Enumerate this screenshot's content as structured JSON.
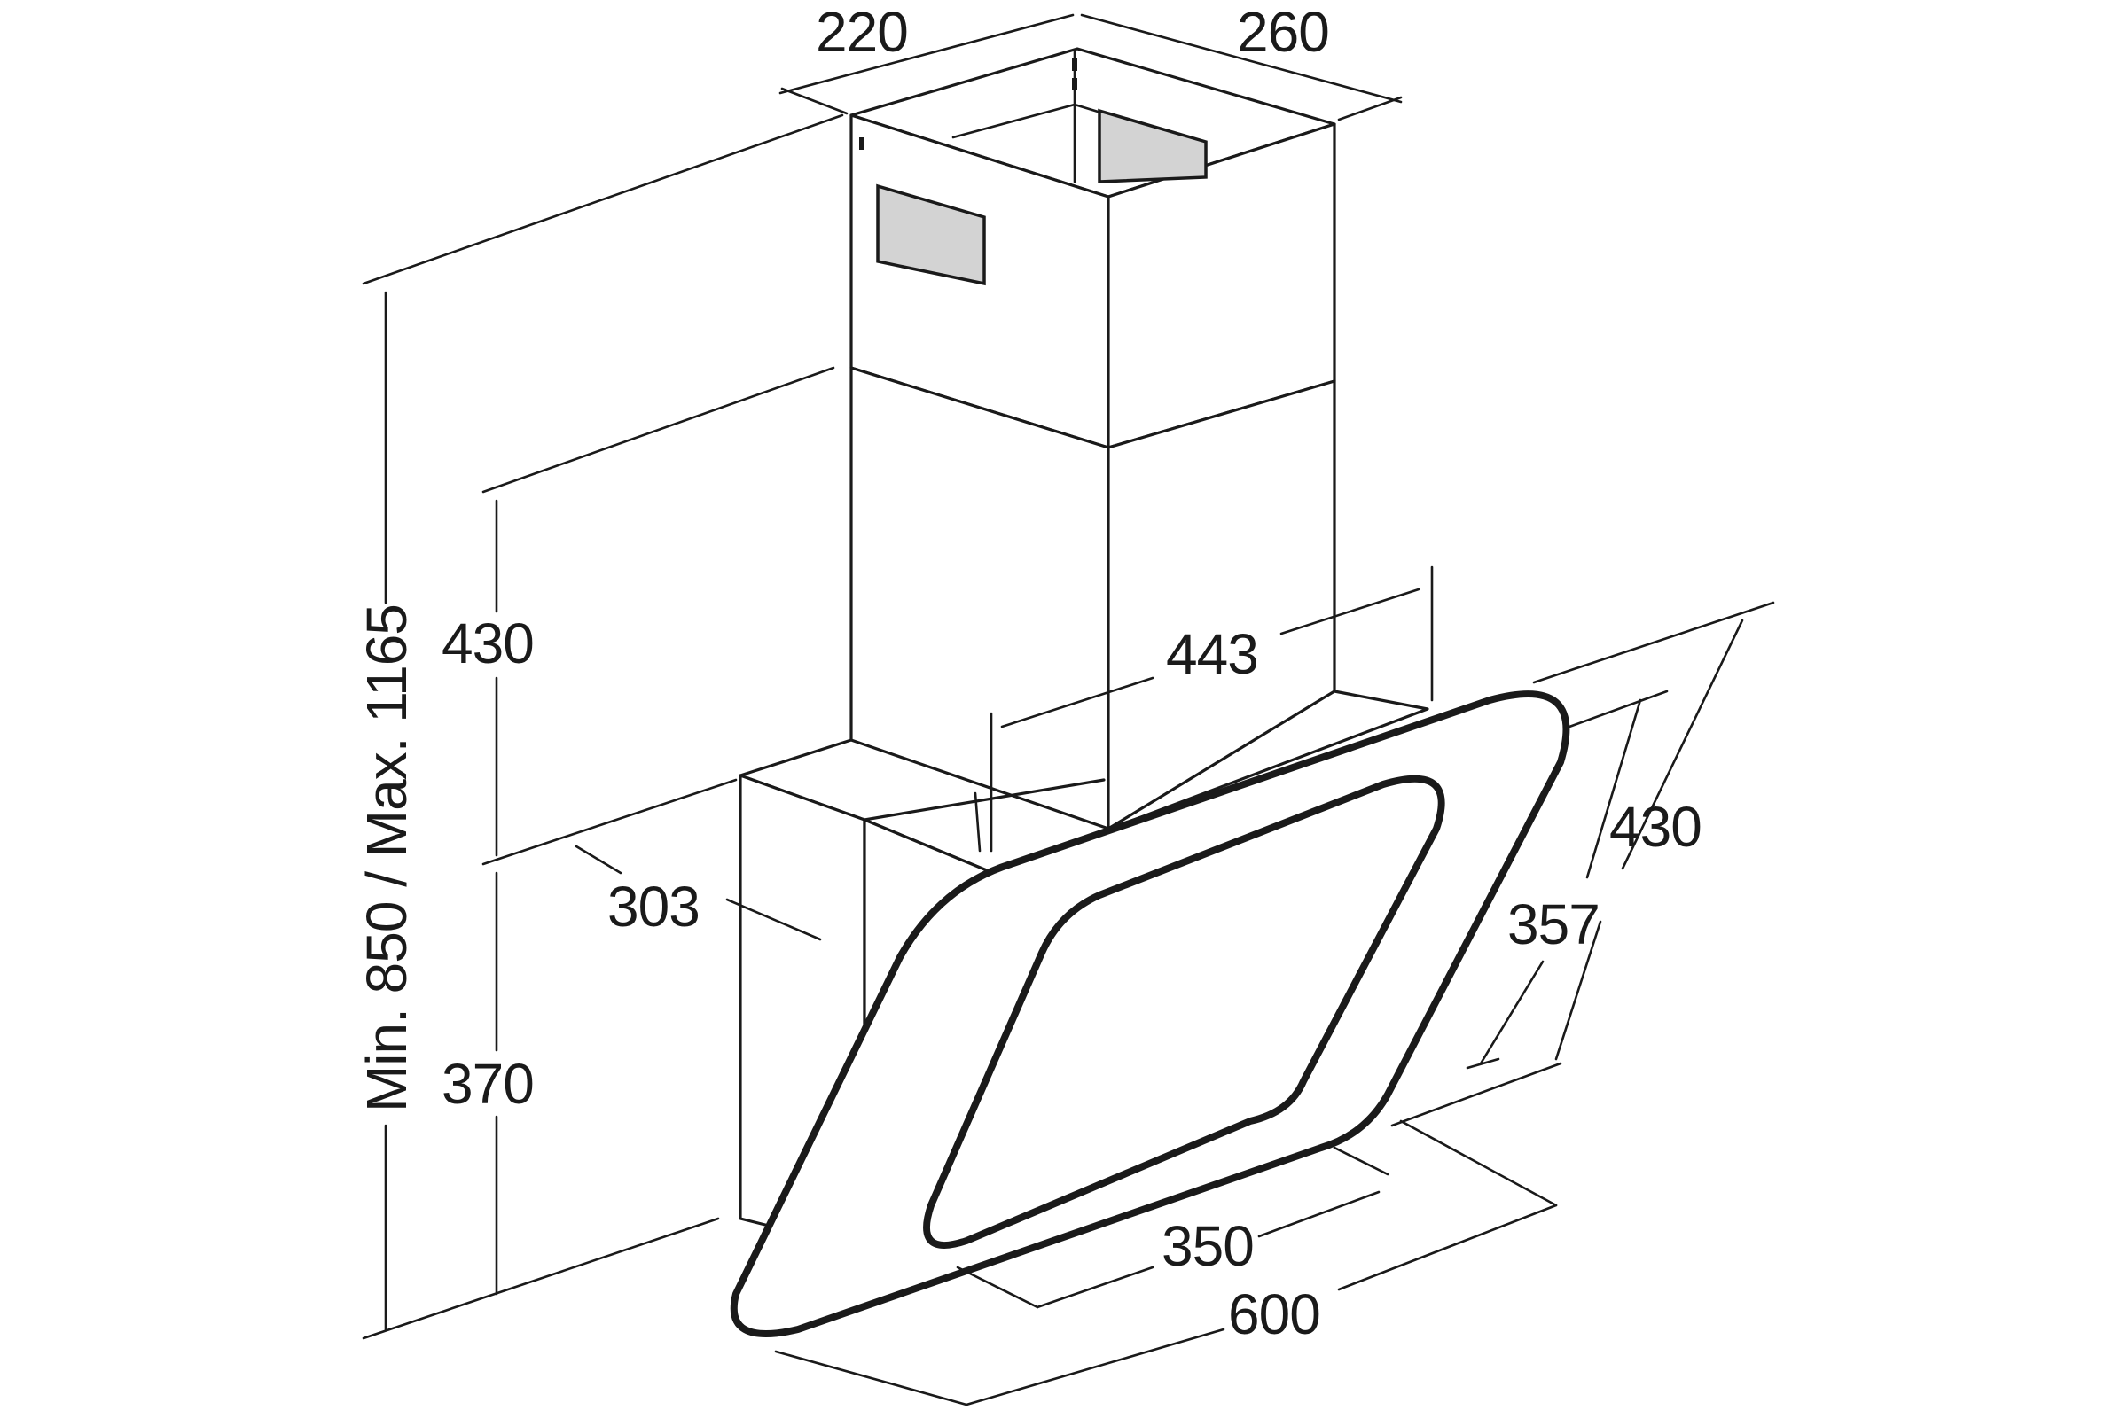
{
  "diagram": {
    "background": "#ffffff",
    "line_color": "#1a1a1a",
    "accent_grey": "#d3d3d3",
    "dimensions": {
      "chimney_depth": "220",
      "chimney_width": "260",
      "total_height": "Min. 850 / Max. 1165",
      "upper_chimney_height": "430",
      "lower_body_height": "370",
      "motor_box_width": "443",
      "motor_box_depth": "303",
      "glass_height_outer": "430",
      "glass_height_inner": "357",
      "filter_width": "350",
      "hood_width": "600"
    }
  }
}
